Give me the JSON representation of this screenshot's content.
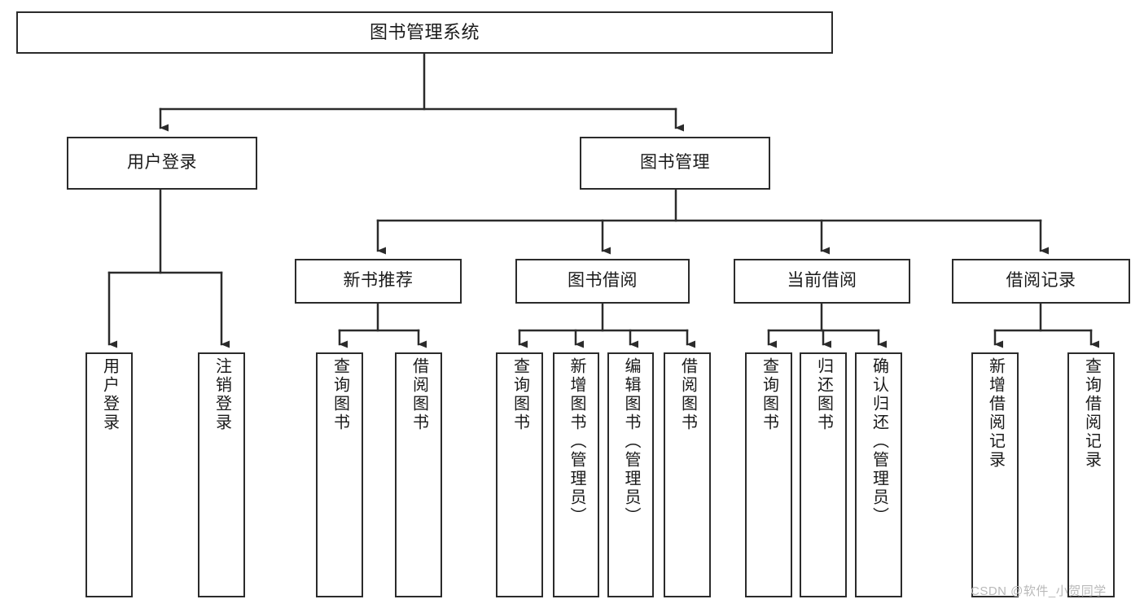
{
  "diagram": {
    "title": "图书管理系统",
    "type": "tree-hierarchy",
    "watermark": "CSDN @软件_小贺同学",
    "colors": {
      "box_border": "#2b2b2b",
      "box_fill": "#ffffff",
      "connector": "#2b2b2b",
      "text": "#1a1a1a",
      "watermark": "#b9b9b9"
    },
    "nodes": {
      "root": {
        "label": "图书管理系统"
      },
      "level2": [
        {
          "id": "user-login",
          "label": "用户登录"
        },
        {
          "id": "book-manage",
          "label": "图书管理"
        }
      ],
      "level3": [
        {
          "id": "new-book-rec",
          "label": "新书推荐"
        },
        {
          "id": "book-borrow",
          "label": "图书借阅"
        },
        {
          "id": "current-borrow",
          "label": "当前借阅"
        },
        {
          "id": "borrow-record",
          "label": "借阅记录"
        }
      ],
      "leaves": {
        "user_login": [
          {
            "id": "leaf-user-login",
            "label": "用户登录"
          },
          {
            "id": "leaf-logout-login",
            "label": "注销登录"
          }
        ],
        "new_book_rec": [
          {
            "id": "leaf-query-book-1",
            "label": "查询图书"
          },
          {
            "id": "leaf-borrow-book-1",
            "label": "借阅图书"
          }
        ],
        "book_borrow": [
          {
            "id": "leaf-query-book-2",
            "label": "查询图书"
          },
          {
            "id": "leaf-add-book",
            "label": "新增图书（管理员）"
          },
          {
            "id": "leaf-edit-book",
            "label": "编辑图书（管理员）"
          },
          {
            "id": "leaf-borrow-book-2",
            "label": "借阅图书"
          }
        ],
        "current_borrow": [
          {
            "id": "leaf-query-book-3",
            "label": "查询图书"
          },
          {
            "id": "leaf-return-book",
            "label": "归还图书"
          },
          {
            "id": "leaf-confirm-return",
            "label": "确认归还（管理员）"
          }
        ],
        "borrow_record": [
          {
            "id": "leaf-add-record",
            "label": "新增借阅记录"
          },
          {
            "id": "leaf-query-record",
            "label": "查询借阅记录"
          }
        ]
      }
    }
  }
}
